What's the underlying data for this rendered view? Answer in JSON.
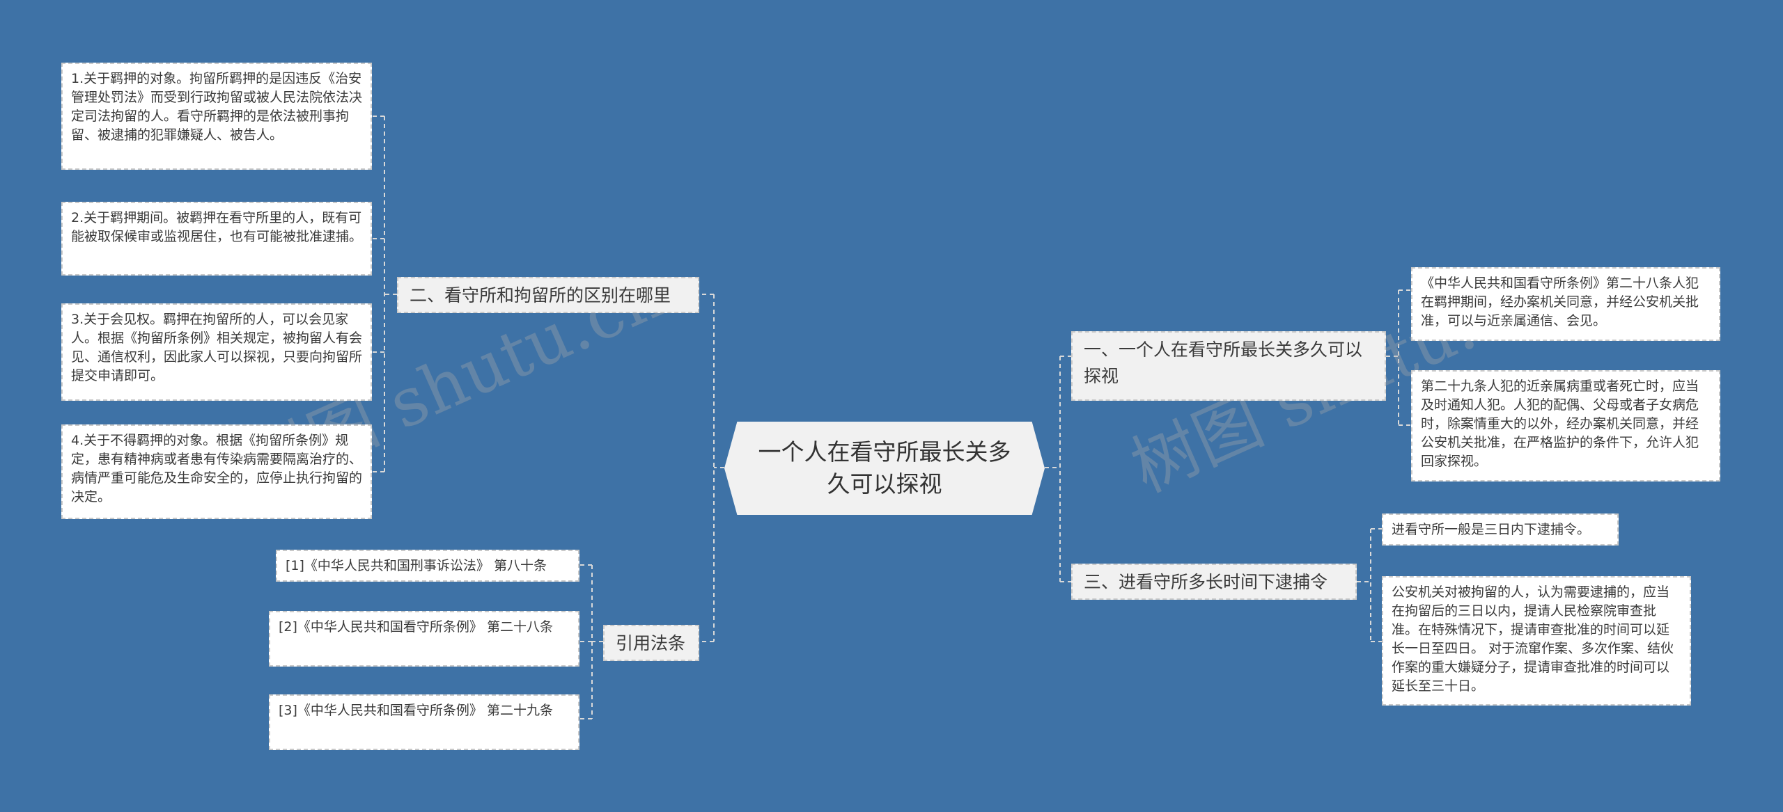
{
  "center": "一个人在看守所最长关多久可以探视",
  "branches": {
    "b2": {
      "title": "二、看守所和拘留所的区别在哪里",
      "items": [
        "1.关于羁押的对象。拘留所羁押的是因违反《治安管理处罚法》而受到行政拘留或被人民法院依法决定司法拘留的人。看守所羁押的是依法被刑事拘留、被逮捕的犯罪嫌疑人、被告人。",
        "2.关于羁押期间。被羁押在看守所里的人，既有可能被取保候审或监视居住，也有可能被批准逮捕。",
        "3.关于会见权。羁押在拘留所的人，可以会见家人。根据《拘留所条例》相关规定，被拘留人有会见、通信权利，因此家人可以探视，只要向拘留所提交申请即可。",
        "4.关于不得羁押的对象。根据《拘留所条例》规定，患有精神病或者患有传染病需要隔离治疗的、病情严重可能危及生命安全的，应停止执行拘留的决定。"
      ]
    },
    "ref": {
      "title": "引用法条",
      "items": [
        "[1]《中华人民共和国刑事诉讼法》 第八十条",
        "[2]《中华人民共和国看守所条例》 第二十八条",
        "[3]《中华人民共和国看守所条例》 第二十九条"
      ]
    },
    "b1": {
      "title": "一、一个人在看守所最长关多久可以探视",
      "items": [
        "《中华人民共和国看守所条例》第二十八条人犯在羁押期间，经办案机关同意，并经公安机关批准，可以与近亲属通信、会见。",
        "第二十九条人犯的近亲属病重或者死亡时，应当及时通知人犯。人犯的配偶、父母或者子女病危时，除案情重大的以外，经办案机关同意，并经公安机关批准，在严格监护的条件下，允许人犯回家探视。"
      ]
    },
    "b3": {
      "title": "三、进看守所多长时间下逮捕令",
      "items": [
        "进看守所一般是三日内下逮捕令。",
        "公安机关对被拘留的人，认为需要逮捕的，应当在拘留后的三日以内，提请人民检察院审查批准。在特殊情况下，提请审查批准的时间可以延长一日至四日。 对于流窜作案、多次作案、结伙作案的重大嫌疑分子，提请审查批准的时间可以延长至三十日。"
      ]
    }
  },
  "watermark": [
    "树图 shutu.cn",
    "树图 shutu.cn"
  ],
  "colors": {
    "background": "#3e72a6",
    "node": "#f1f1f1",
    "leaf": "#ffffff",
    "line": "#d9d9d9"
  }
}
